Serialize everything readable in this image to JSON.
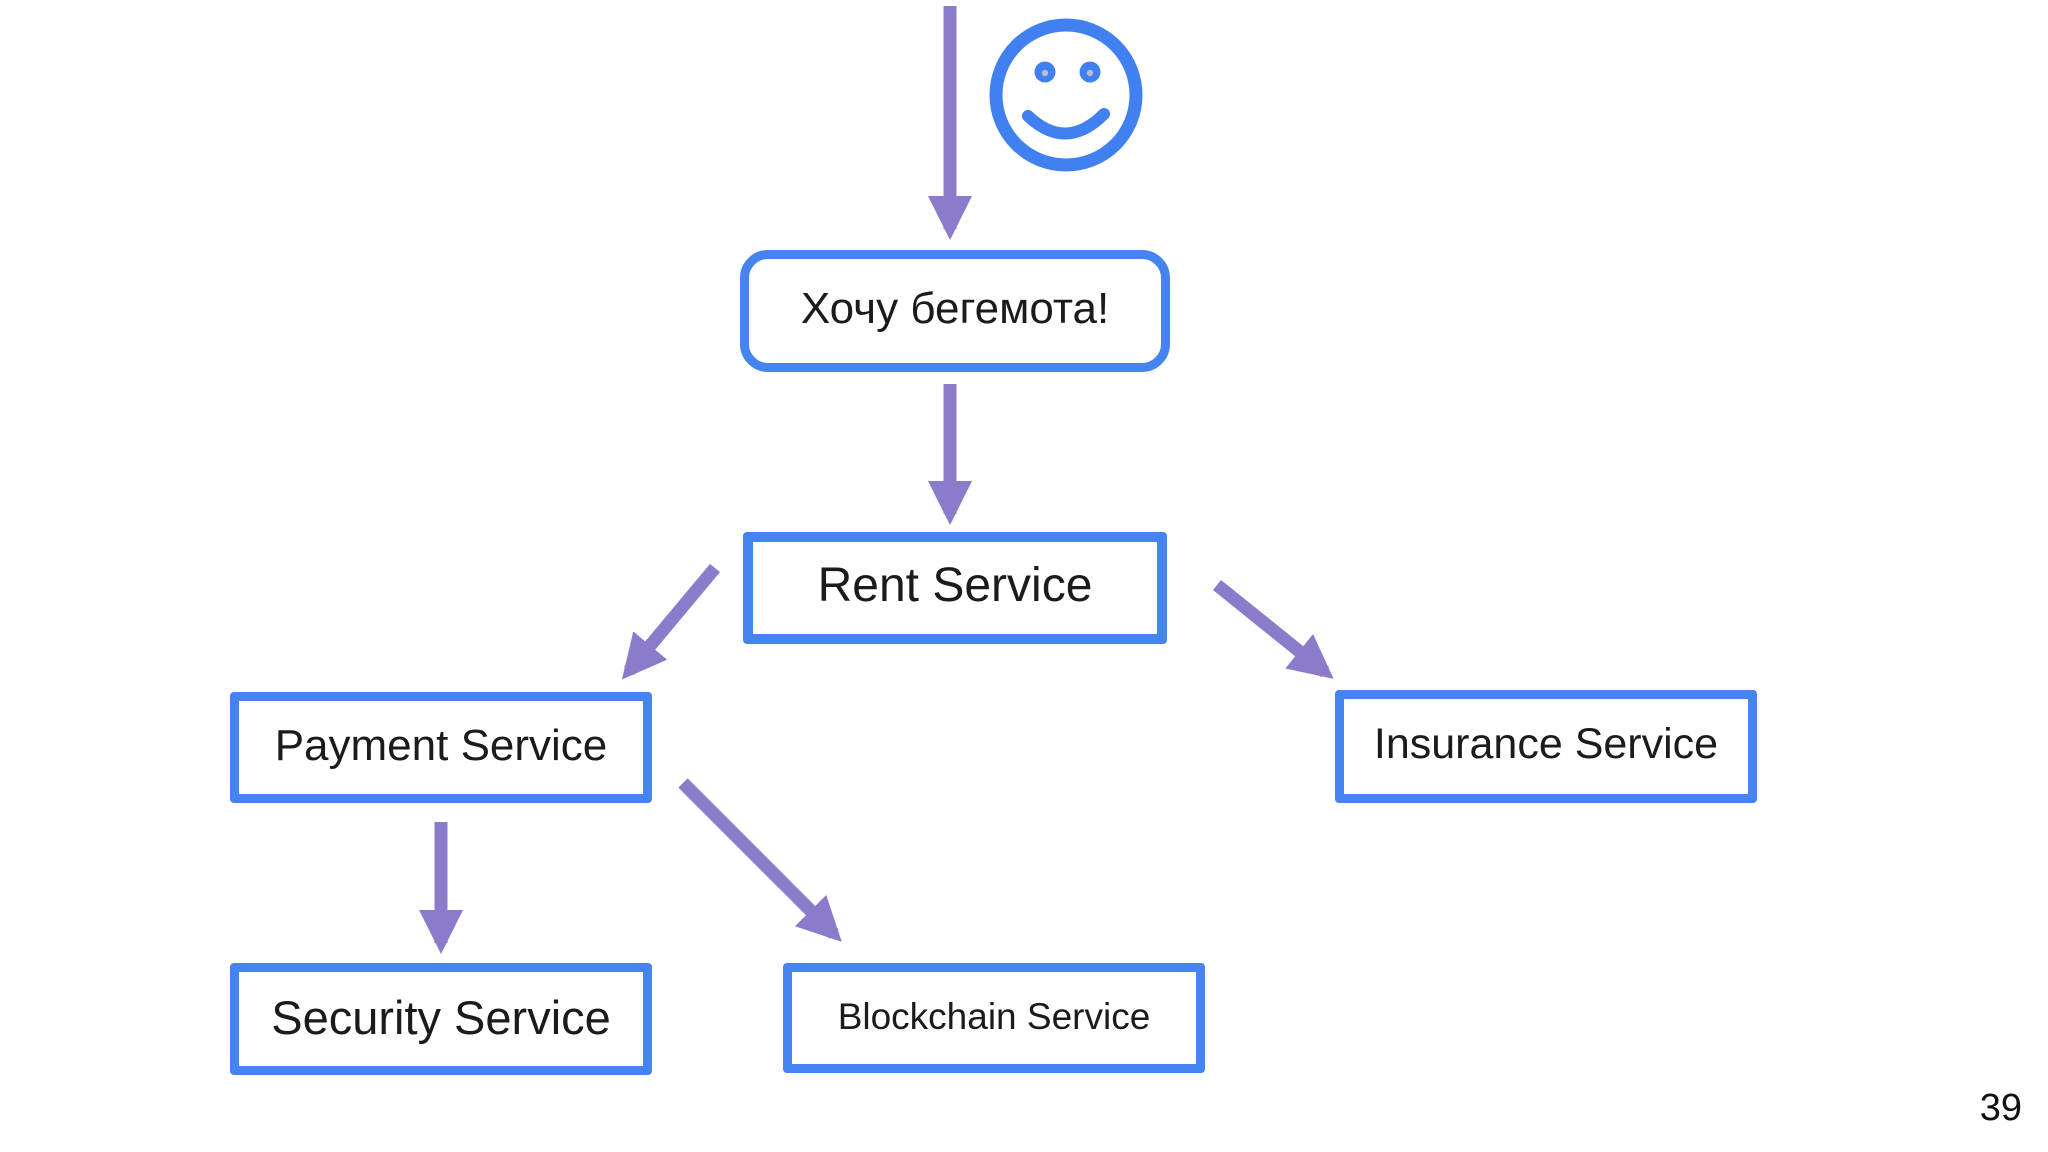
{
  "page_number": "39",
  "colors": {
    "box_border": "#4583f1",
    "arrow": "#8c7bcb",
    "smiley": "#4180f0",
    "text": "#1b1b1b"
  },
  "diagram": {
    "nodes": {
      "request": {
        "label": "Хочу бегемота!",
        "shape": "rounded"
      },
      "rent": {
        "label": "Rent Service",
        "shape": "rect"
      },
      "payment": {
        "label": "Payment Service",
        "shape": "rect"
      },
      "insurance": {
        "label": "Insurance Service",
        "shape": "rect"
      },
      "security": {
        "label": "Security Service",
        "shape": "rect"
      },
      "blockchain": {
        "label": "Blockchain Service",
        "shape": "rect"
      }
    },
    "edges": [
      {
        "from": "user",
        "to": "request"
      },
      {
        "from": "request",
        "to": "rent"
      },
      {
        "from": "rent",
        "to": "payment"
      },
      {
        "from": "rent",
        "to": "insurance"
      },
      {
        "from": "payment",
        "to": "security"
      },
      {
        "from": "payment",
        "to": "blockchain"
      }
    ],
    "icons": [
      {
        "name": "smiley-face"
      }
    ]
  }
}
